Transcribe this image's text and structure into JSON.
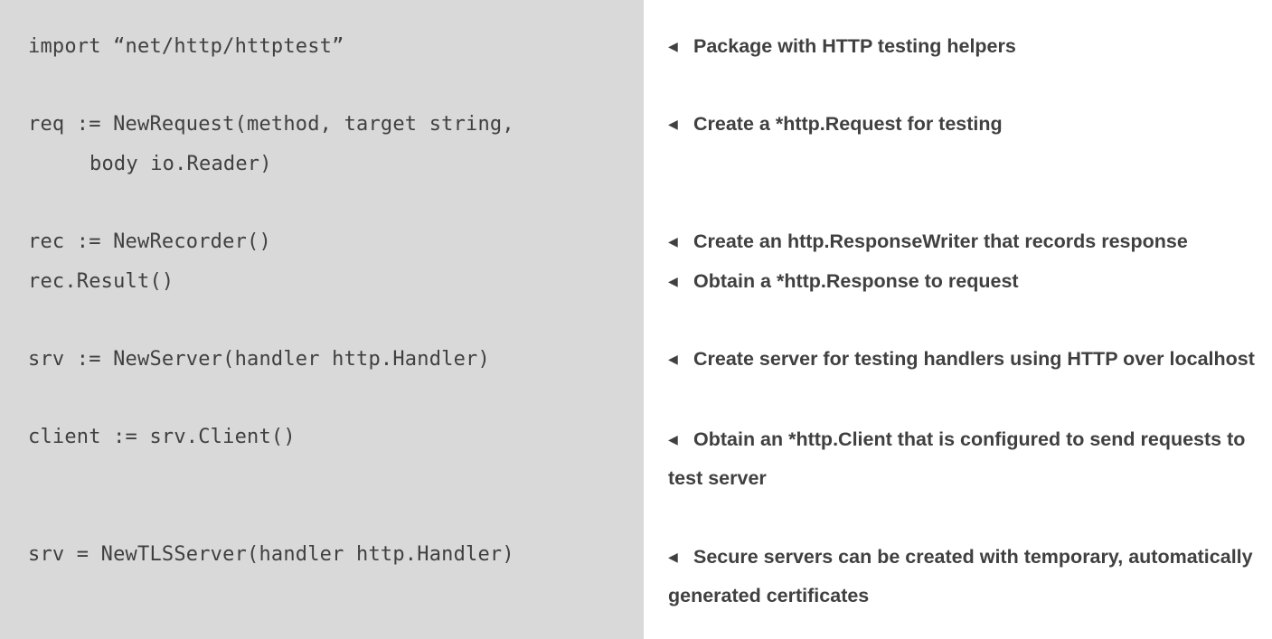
{
  "arrow_glyph": "◀",
  "code": {
    "import": "import “net/http/httptest”",
    "new_request_1": "req := NewRequest(method, target string,",
    "new_request_2": "body io.Reader)",
    "new_recorder": "rec := NewRecorder()",
    "rec_result": "rec.Result()",
    "new_server": "srv := NewServer(handler http.Handler)",
    "client": "client := srv.Client()",
    "new_tls_server": "srv = NewTLSServer(handler http.Handler)"
  },
  "notes": {
    "import": "Package with HTTP testing helpers",
    "new_request": "Create a *http.Request for testing",
    "new_recorder": "Create an http.ResponseWriter that records response",
    "rec_result": "Obtain a *http.Response to request",
    "new_server": "Create server for testing handlers using HTTP over localhost",
    "client": "Obtain an *http.Client that is configured to send requests to test server",
    "new_tls_server": "Secure servers can be created with temporary, automatically generated certificates"
  },
  "colors": {
    "code_background": "#d9d9d9",
    "notes_background": "#ffffff",
    "text": "#404040"
  }
}
